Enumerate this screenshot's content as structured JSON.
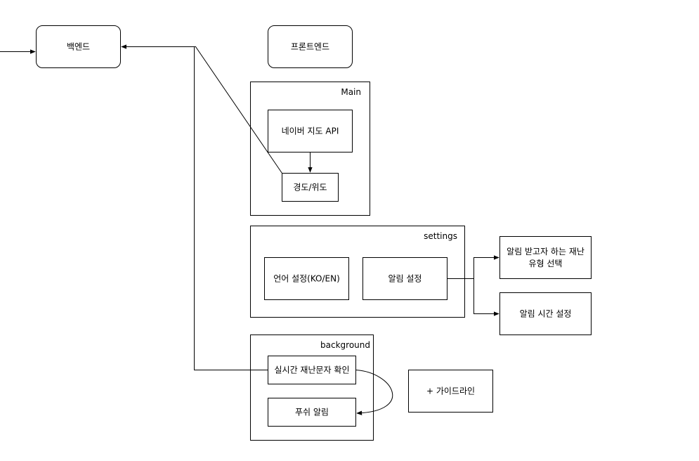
{
  "colors": {
    "stroke": "#000000",
    "fill": "#ffffff",
    "text": "#000000"
  },
  "nodes": {
    "backend": "백엔드",
    "frontend": "프론트엔드",
    "naver_map_api": "네이버 지도 API",
    "lat_lng": "경도/위도",
    "language_setting": "언어 설정(KO/EN)",
    "alarm_setting": "알림 설정",
    "disaster_type_select_line1": "알림 받고자 하는 재난",
    "disaster_type_select_line2": "유형 선택",
    "alarm_time_setting": "알림 시간 설정",
    "realtime_disaster_check": "실시간 재난문자 확인",
    "push_alarm": "푸쉬 알림",
    "guideline": "+ 가이드라인"
  },
  "groups": {
    "main": "Main",
    "settings": "settings",
    "background": "background"
  }
}
